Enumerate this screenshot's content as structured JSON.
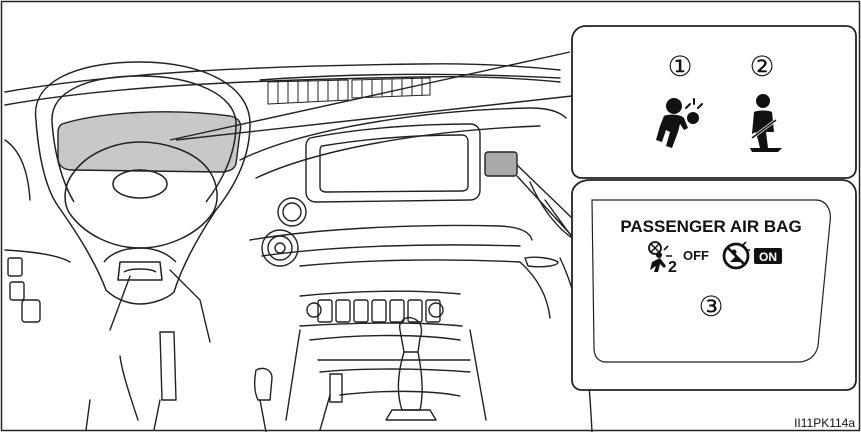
{
  "callouts": {
    "indicator_1": {
      "number": "①",
      "icon": "srs-airbag-warning-icon"
    },
    "indicator_2": {
      "number": "②",
      "icon": "seatbelt-reminder-icon"
    },
    "passenger_panel": {
      "title": "PASSENGER AIR BAG",
      "off_label": "OFF",
      "on_label": "ON",
      "number": "③",
      "off_icon": "passenger-airbag-off-icon",
      "on_icon": "passenger-airbag-on-icon"
    }
  },
  "image_code": "II11PK114a",
  "colors": {
    "line": "#222222",
    "cluster_fill": "#c8c8c8",
    "indicator_fill": "#a9a9a9",
    "panel_fill": "#ffffff"
  }
}
